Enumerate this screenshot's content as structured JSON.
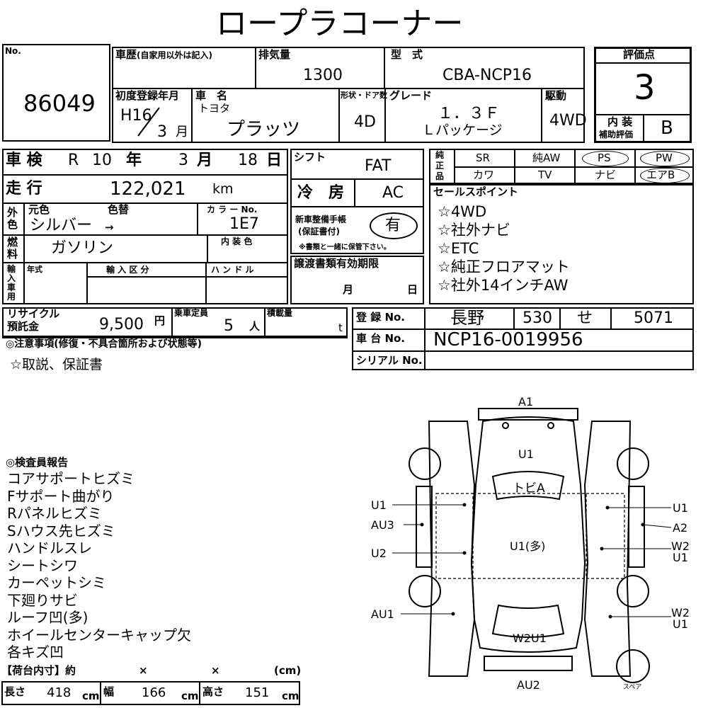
{
  "title": "ロープラコーナー",
  "lot": {
    "no_label": "No.",
    "number": "86049"
  },
  "history": {
    "label": "車歴",
    "note": "(自家用以外は記入)"
  },
  "displacement": {
    "label": "排気量",
    "value": "1300"
  },
  "model": {
    "label": "型　式",
    "value": "CBA-NCP16"
  },
  "score": {
    "label": "評価点",
    "value": "3",
    "interior_label_1": "内 装",
    "interior_label_2": "補助評価",
    "interior_value": "B"
  },
  "first_reg": {
    "label": "初度登録年月",
    "year": "H16",
    "month": "3",
    "month_unit": "月"
  },
  "car_name": {
    "label": "車　名",
    "maker": "トヨタ",
    "name": "プラッツ"
  },
  "body": {
    "label": "形状・ドア数",
    "value": "4D"
  },
  "grade": {
    "label": "グレード",
    "line1": "１．３Ｆ",
    "line2": "Ｌパッケージ"
  },
  "drive": {
    "label": "駆動",
    "value": "4WD"
  },
  "inspection": {
    "label": "車 検",
    "era": "R",
    "year": "10",
    "year_unit": "年",
    "month": "3",
    "month_unit": "月",
    "day": "18",
    "day_unit": "日"
  },
  "shift": {
    "label": "シフト",
    "value": "FAT"
  },
  "mileage": {
    "label": "走 行",
    "value": "122,021",
    "unit": "km"
  },
  "aircon": {
    "label": "冷　房",
    "value": "AC"
  },
  "color": {
    "label": "外色",
    "orig_label": "元色",
    "change_label": "色替",
    "value": "シルバー",
    "arrow": "→",
    "code_label": "カ ラ ー No.",
    "code": "1E7",
    "interior_label": "内 装 色"
  },
  "fuel": {
    "label": "燃料",
    "value": "ガソリン"
  },
  "maintenance": {
    "label1": "新車整備手帳",
    "label2": "(保証書付)",
    "value": "有",
    "note": "※書類と一緒に保管下さい。"
  },
  "import": {
    "label": "輸入車用",
    "year_label": "年式",
    "type_label": "輸 入 区 分",
    "handle_label": "ハ ン ド ル"
  },
  "transfer": {
    "label": "譲渡書類有効期限",
    "month": "月",
    "day": "日"
  },
  "equipment": {
    "label": "純正品",
    "items": [
      "SR",
      "純AW",
      "PS",
      "PW",
      "カワ",
      "TV",
      "ナビ",
      "エアB"
    ]
  },
  "sales_points": {
    "label": "セールスポイント",
    "items": [
      "☆4WD",
      "☆社外ナビ",
      "☆ETC",
      "☆純正フロアマット",
      "☆社外14インチAW"
    ]
  },
  "recycle": {
    "label1": "リサイクル",
    "label2": "預託金",
    "value": "9,500",
    "unit": "円"
  },
  "capacity": {
    "label": "乗車定員",
    "value": "5",
    "unit": "人"
  },
  "load": {
    "label": "積載量",
    "unit": "t"
  },
  "registration": {
    "label": "登 録 No.",
    "region": "長野",
    "class": "530",
    "kana": "せ",
    "number": "5071"
  },
  "chassis": {
    "label": "車 台 No.",
    "value": "NCP16-0019956"
  },
  "serial": {
    "label": "シリアル No."
  },
  "notes": {
    "label": "◎注意事項(修復・不具合箇所および状態等)",
    "text": "☆取説、保証書"
  },
  "inspector": {
    "label": "◎検査員報告",
    "items": [
      "コアサポートヒズミ",
      "Fサポート曲がり",
      "Rパネルヒズミ",
      "Sハウス先ヒズミ",
      "ハンドルスレ",
      "シートシワ",
      "カーペットシミ",
      "下廻りサビ",
      "ルーフ凹(多)",
      "ホイールセンターキャップ欠",
      "各キズ凹"
    ]
  },
  "cargo": {
    "label": "【荷台内寸】約",
    "x1": "×",
    "x2": "×",
    "unit": "(cm)",
    "length_label": "長さ",
    "length": "418",
    "width_label": "幅",
    "width": "166",
    "height_label": "高さ",
    "height": "151",
    "cm": "cm"
  },
  "diagram": {
    "A1": "A1",
    "U1_hood": "U1",
    "tobiA": "トビA",
    "U1_roof": "U1(多)",
    "W2U1": "W2U1",
    "AU2": "AU2",
    "spare": "スペア",
    "left": [
      "U1",
      "AU3",
      "U2",
      "AU1"
    ],
    "right": [
      "U1",
      "A2",
      "W2",
      "U1",
      "W2",
      "U1"
    ]
  }
}
